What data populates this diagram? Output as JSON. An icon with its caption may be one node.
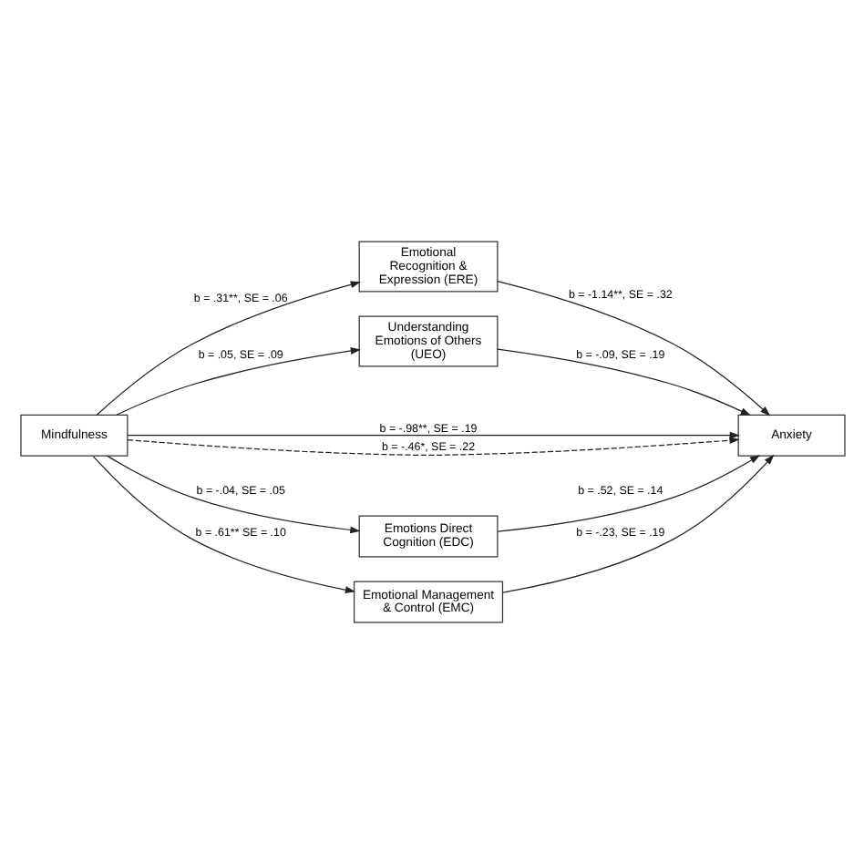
{
  "diagram": {
    "nodes": [
      {
        "text": [
          "Emotional Recognition & Expression (ERE)"
        ]
      },
      {
        "text": [
          "Understanding Emotions of Others (UEO)"
        ]
      },
      {
        "text": [
          "Mindfulness"
        ]
      },
      {
        "text": [
          "Anxiety"
        ]
      },
      {
        "text": [
          "Emotions Direct Cognition (EDC)"
        ]
      },
      {
        "text": [
          "Emotional Management & Control (EMC)"
        ]
      }
    ],
    "edges": [
      {
        "from": 2,
        "to": 0,
        "arrow": "to",
        "label": "b = .31**, SE = .06"
      },
      {
        "from": 0,
        "to": 3,
        "arrow": "to",
        "label": "b = -1.14**, SE = .32"
      },
      {
        "from": 2,
        "to": 1,
        "arrow": "to",
        "label": "b = .05, SE = .09"
      },
      {
        "from": 1,
        "to": 3,
        "arrow": "to",
        "label": "b = -.09, SE = .19"
      },
      {
        "from": 2,
        "to": 3,
        "arrow": "to",
        "label": "b = -.98**, SE = .19"
      },
      {
        "from": 2,
        "to": 3,
        "arrow": "to",
        "label": "b = -.46*, SE = .22",
        "style": "dashed"
      },
      {
        "from": 2,
        "to": 4,
        "arrow": "to",
        "label": "b = -.04, SE = .05"
      },
      {
        "from": 4,
        "to": 3,
        "arrow": "to",
        "label": "b = .52, SE = .14"
      },
      {
        "from": 2,
        "to": 5,
        "arrow": "to",
        "label": "b = .61** SE = .10"
      },
      {
        "from": 5,
        "to": 3,
        "arrow": "to",
        "label": "b = -.23, SE = .19"
      }
    ]
  }
}
